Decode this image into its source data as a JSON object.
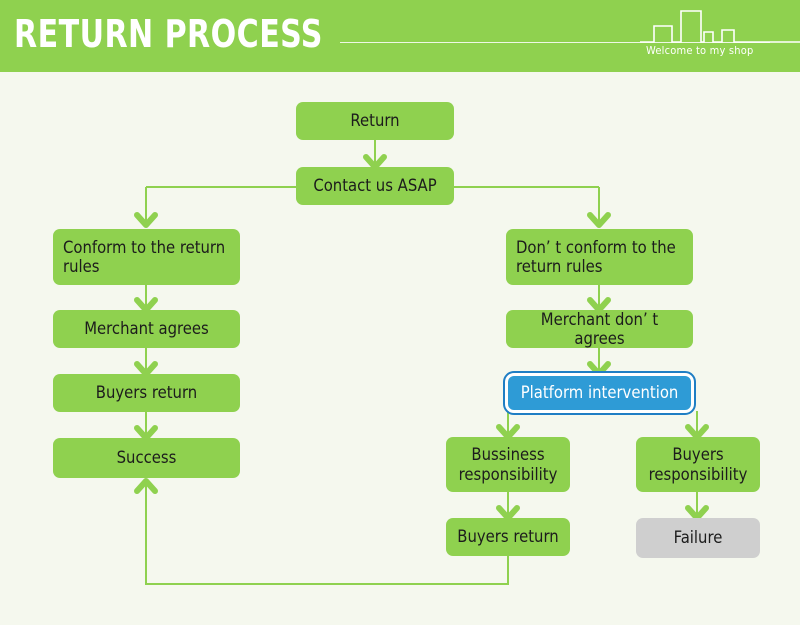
{
  "header": {
    "title": "RETURN PROCESS",
    "tagline": "Welcome to my shop",
    "bar_color": "#8fd14f",
    "text_color": "#ffffff",
    "skyline_icon": "city-skyline-icon"
  },
  "canvas": {
    "background_color": "#f5f8ee",
    "connector_color": "#8fd14f"
  },
  "styles": {
    "green": "#8fd14f",
    "gray": "#cfcfcf",
    "blue": "#2e9bd6",
    "blue_border": "#1f7ec4",
    "node_text": "#1c1c1c",
    "blue_node_text": "#ffffff"
  },
  "nodes": [
    {
      "id": "return",
      "label": "Return",
      "color": "green",
      "align": "center"
    },
    {
      "id": "contact-us-asap",
      "label": "Contact us ASAP",
      "color": "green",
      "align": "center"
    },
    {
      "id": "conform-rules",
      "label": "Conform to the return rules",
      "color": "green",
      "align": "left"
    },
    {
      "id": "merchant-agrees",
      "label": "Merchant agrees",
      "color": "green",
      "align": "center"
    },
    {
      "id": "buyers-return-left",
      "label": "Buyers return",
      "color": "green",
      "align": "center"
    },
    {
      "id": "success",
      "label": "Success",
      "color": "green",
      "align": "center"
    },
    {
      "id": "not-conform-rules",
      "label": "Don’ t conform to the return rules",
      "color": "green",
      "align": "left"
    },
    {
      "id": "merchant-not-agrees",
      "label": "Merchant don’ t agrees",
      "color": "green",
      "align": "center"
    },
    {
      "id": "platform-intervention",
      "label": "Platform intervention",
      "color": "blue",
      "align": "center"
    },
    {
      "id": "business-responsibility",
      "label": "Bussiness responsibility",
      "color": "green",
      "align": "center"
    },
    {
      "id": "buyers-responsibility",
      "label": "Buyers responsibility",
      "color": "green",
      "align": "center"
    },
    {
      "id": "buyers-return-right",
      "label": "Buyers return",
      "color": "green",
      "align": "center"
    },
    {
      "id": "failure",
      "label": "Failure",
      "color": "gray",
      "align": "center"
    }
  ],
  "edges": [
    {
      "from": "return",
      "to": "contact-us-asap",
      "type": "arrow-down"
    },
    {
      "from": "contact-us-asap",
      "to": "conform-rules",
      "type": "branch-left-arrow-down"
    },
    {
      "from": "contact-us-asap",
      "to": "not-conform-rules",
      "type": "branch-right-arrow-down"
    },
    {
      "from": "conform-rules",
      "to": "merchant-agrees",
      "type": "arrow-down"
    },
    {
      "from": "merchant-agrees",
      "to": "buyers-return-left",
      "type": "arrow-down"
    },
    {
      "from": "buyers-return-left",
      "to": "success",
      "type": "arrow-down"
    },
    {
      "from": "not-conform-rules",
      "to": "merchant-not-agrees",
      "type": "arrow-down"
    },
    {
      "from": "merchant-not-agrees",
      "to": "platform-intervention",
      "type": "arrow-down"
    },
    {
      "from": "platform-intervention",
      "to": "business-responsibility",
      "type": "split-left-arrow-down"
    },
    {
      "from": "platform-intervention",
      "to": "buyers-responsibility",
      "type": "split-right-arrow-down"
    },
    {
      "from": "business-responsibility",
      "to": "buyers-return-right",
      "type": "arrow-down"
    },
    {
      "from": "buyers-responsibility",
      "to": "failure",
      "type": "arrow-down"
    },
    {
      "from": "buyers-return-right",
      "to": "success",
      "type": "loopback-arrow-up"
    }
  ]
}
